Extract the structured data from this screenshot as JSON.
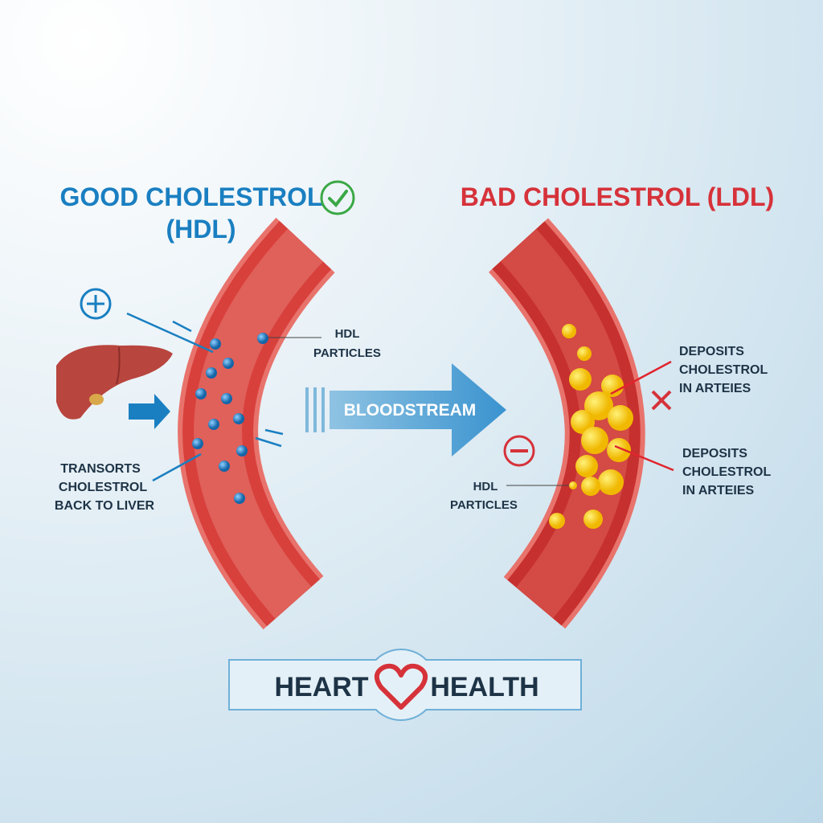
{
  "good": {
    "title_line1": "GOOD CHOLESTROL",
    "title_line2": "(HDL)",
    "color": "#1a7fc1"
  },
  "bad": {
    "title": "BAD CHOLESTROL (LDL)",
    "color": "#d6323a"
  },
  "left_labels": {
    "hdl_particles_1": "HDL",
    "hdl_particles_2": "PARTICLES",
    "transports_1": "TRANSORTS",
    "transports_2": "CHOLESTROL",
    "transports_3": "BACK TO LIVER"
  },
  "bloodstream": "BLOODSTREAM",
  "right_labels": {
    "deposits_a_1": "DEPOSITS",
    "deposits_a_2": "CHOLESTROL",
    "deposits_a_3": "IN ARTEIES",
    "deposits_b_1": "DEPOSITS",
    "deposits_b_2": "CHOLESTROL",
    "deposits_b_3": "IN ARTEIES",
    "hdl_particles_1": "HDL",
    "hdl_particles_2": "PARTICLES"
  },
  "footer": {
    "left": "HEART",
    "right": "HEALTH"
  },
  "icons": [
    "check-circle-icon",
    "plus-circle-icon",
    "minus-circle-icon",
    "x-mark-icon",
    "liver-icon",
    "heart-icon"
  ]
}
